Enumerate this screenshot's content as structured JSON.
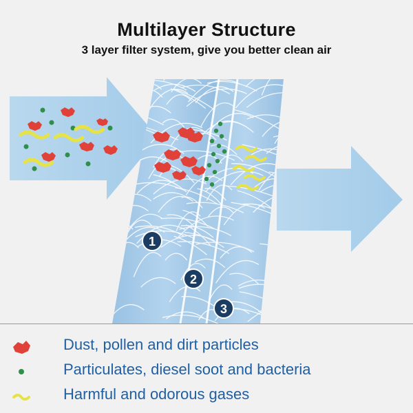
{
  "header": {
    "title": "Multilayer Structure",
    "subtitle": "3 layer filter system, give you better clean air"
  },
  "layers": [
    {
      "number": "1"
    },
    {
      "number": "2"
    },
    {
      "number": "3"
    }
  ],
  "legend": [
    {
      "label": "Dust, pollen and dirt particles",
      "icon": "dust-particle-icon",
      "color": "#e0423a"
    },
    {
      "label": "Particulates, diesel soot and bacteria",
      "icon": "soot-dot-icon",
      "color": "#2f8f4a"
    },
    {
      "label": "Harmful and odorous gases",
      "icon": "gas-wave-icon",
      "color": "#e6e24a"
    }
  ],
  "colors": {
    "accent_text": "#1f5fa3",
    "arrow": "#a9cfea",
    "filter": "#7fb2da",
    "badge": "#1c3d63"
  }
}
